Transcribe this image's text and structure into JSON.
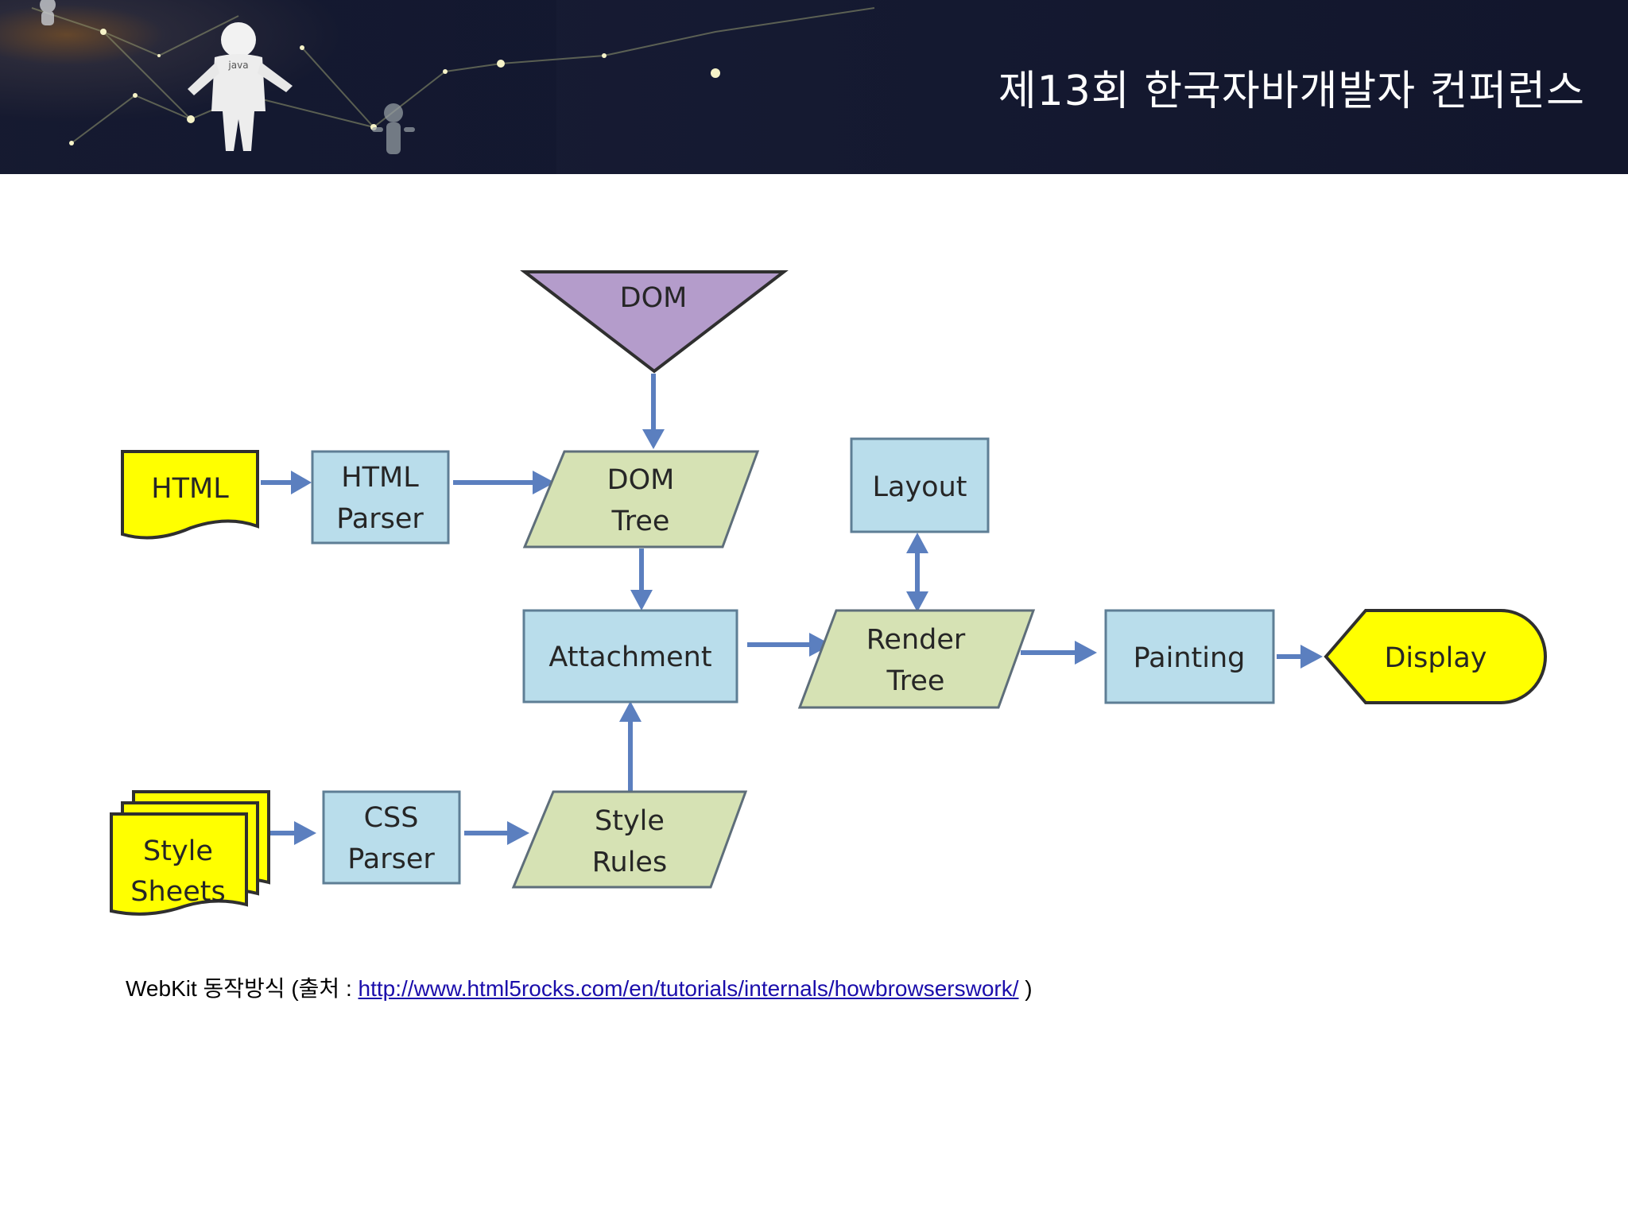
{
  "header": {
    "title": "제13회 한국자바개발자 컨퍼런스",
    "mascot_label": "java"
  },
  "diagram": {
    "nodes": {
      "dom": "DOM",
      "html": "HTML",
      "html_parser": [
        "HTML",
        "Parser"
      ],
      "dom_tree": [
        "DOM",
        "Tree"
      ],
      "layout": "Layout",
      "attachment": "Attachment",
      "render_tree": [
        "Render",
        "Tree"
      ],
      "painting": "Painting",
      "display": "Display",
      "style_sheets": [
        "Style",
        "Sheets"
      ],
      "css_parser": [
        "CSS",
        "Parser"
      ],
      "style_rules": [
        "Style",
        "Rules"
      ]
    },
    "colors": {
      "process_blue": "#B9DDEB",
      "data_green": "#D6E2B4",
      "io_yellow": "#FFFF00",
      "dom_purple": "#B49CCB",
      "arrow": "#5B7FBF",
      "stroke": "#3F4A55"
    }
  },
  "caption": {
    "prefix": "WebKit 동작방식 (출처 : ",
    "link": "http://www.html5rocks.com/en/tutorials/internals/howbrowserswork/",
    "suffix": " )"
  }
}
